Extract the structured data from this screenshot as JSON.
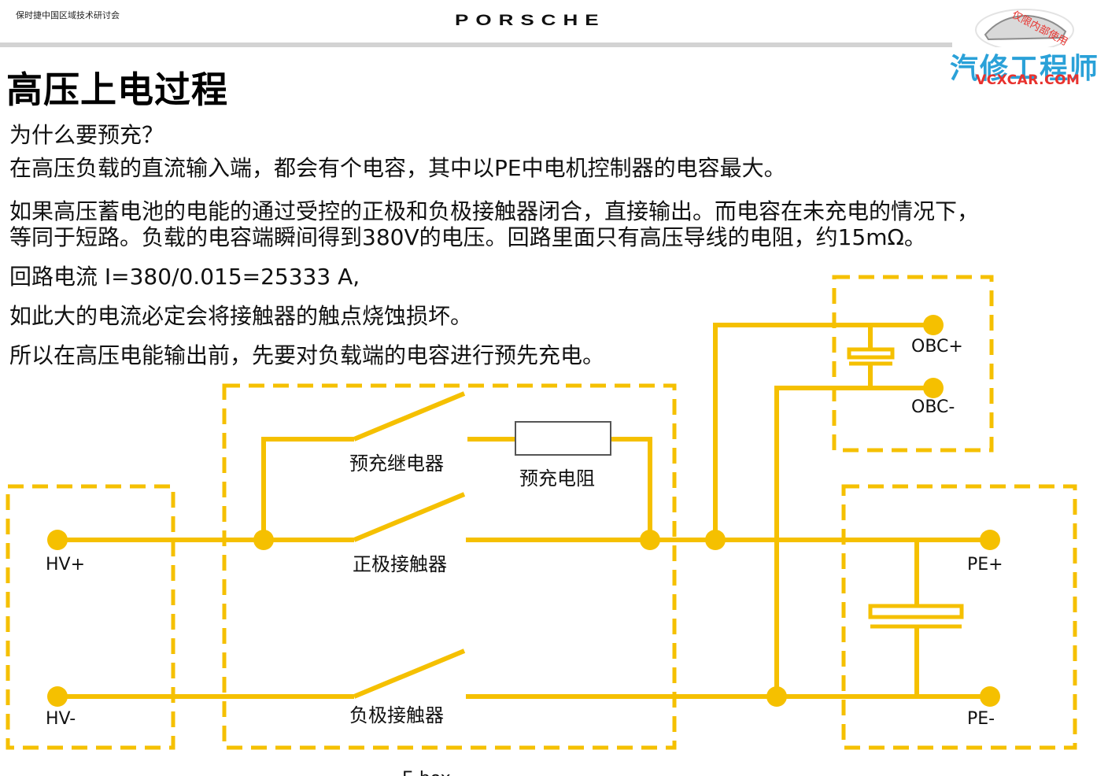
{
  "header": {
    "subtitle": "保时捷中国区域技术研讨会",
    "logo": "PORSCHE",
    "watermark_cn": "汽修工程师",
    "watermark_en": "VCXCAR.COM",
    "watermark_note": "仅限内部使用"
  },
  "title": "高压上电过程",
  "body_lines": [
    "为什么要预充？",
    "在高压负载的直流输入端，都会有个电容，其中以PE中电机控制器的电容最大。",
    "如果高压蓄电池的电能的通过受控的正极和负极接触器闭合，直接输出。而电容在未充电的情况下，",
    "等同于短路。负载的电容端瞬间得到380V的电压。回路里面只有高压导线的电阻，约15mΩ。",
    "回路电流 I=380/0.015=25333 A,",
    "如此大的电流必定会将接触器的触点烧蚀损坏。",
    "所以在高压电能输出前，先要对负载端的电容进行预先充电。"
  ],
  "diagram": {
    "labels": {
      "hv_plus": "HV+",
      "hv_minus": "HV-",
      "precharge_relay": "预充继电器",
      "precharge_resistor": "预充电阻",
      "positive_contactor": "正极接触器",
      "negative_contactor": "负极接触器",
      "obc_plus": "OBC+",
      "obc_minus": "OBC-",
      "pe_plus": "PE+",
      "pe_minus": "PE-",
      "ebox": "E-box"
    },
    "colors": {
      "wire": "#f5c000",
      "dash": "#f5c000"
    }
  }
}
